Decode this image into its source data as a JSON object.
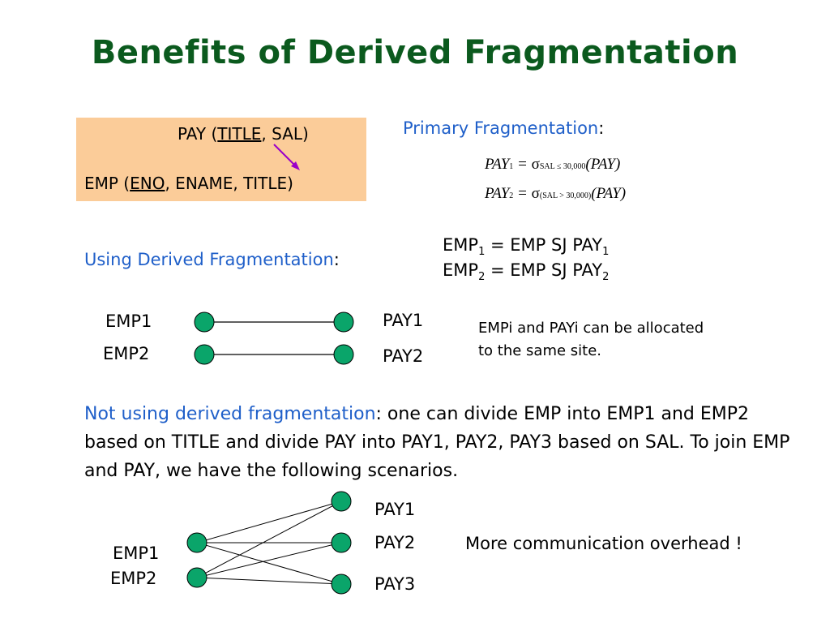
{
  "title": "Benefits of Derived Fragmentation",
  "schema": {
    "pay_prefix": "PAY (",
    "pay_key": "TITLE",
    "pay_rest": ", SAL)",
    "emp_prefix": "EMP (",
    "emp_key": "ENO",
    "emp_rest": ", ENAME, TITLE)"
  },
  "primary": {
    "label": "Primary Fragmentation",
    "colon": ":",
    "f1": {
      "lhs": "PAY",
      "sub": "1",
      "eq": "=",
      "sigma": "σ",
      "cond": "SAL  ≤  30,000",
      "arg": "(PAY)"
    },
    "f2": {
      "lhs": "PAY",
      "sub": "2",
      "eq": "=",
      "sigma": "σ",
      "cond": "(SAL  >  30,000)",
      "arg": "(PAY)"
    }
  },
  "derived": {
    "label": "Using Derived Fragmentation",
    "colon": ":",
    "eq1": {
      "lhs": "EMP",
      "lsub": "1",
      "mid": " = EMP SJ PAY",
      "rsub": "1"
    },
    "eq2": {
      "lhs": "EMP",
      "lsub": "2",
      "mid": " = EMP SJ PAY",
      "rsub": "2"
    },
    "graph1": {
      "emp1": "EMP1",
      "emp2": "EMP2",
      "pay1": "PAY1",
      "pay2": "PAY2"
    },
    "note_line1": "EMPi and PAYi can be allocated",
    "note_line2": "to the same site."
  },
  "not_derived": {
    "label": "Not using derived fragmentation",
    "text": ": one can divide EMP into EMP1 and EMP2 based on TITLE and divide PAY into PAY1, PAY2, PAY3 based on SAL.   To join EMP and PAY, we have the following scenarios.",
    "graph2": {
      "emp1": "EMP1",
      "emp2": "EMP2",
      "pay1": "PAY1",
      "pay2": "PAY2",
      "pay3": "PAY3"
    },
    "note": "More communication overhead !"
  },
  "colors": {
    "title": "#0b5a1e",
    "label_blue": "#1f5fc9",
    "box": "#fbcc99",
    "node_fill": "#0aa56a",
    "arrow": "#9b00c9"
  }
}
